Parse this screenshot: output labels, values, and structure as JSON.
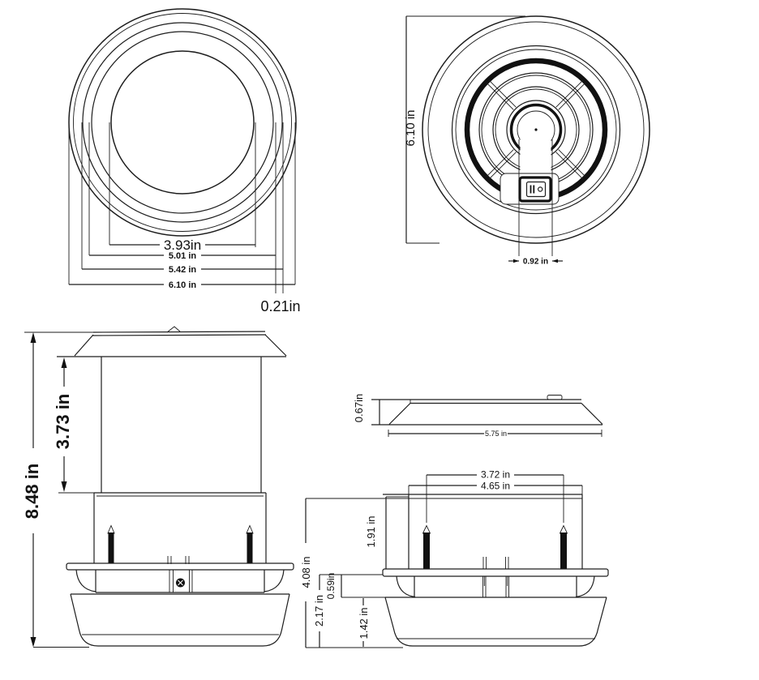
{
  "colors": {
    "line": "#1d1d1d",
    "background": "#ffffff"
  },
  "views": {
    "bottom_view": {
      "dims": {
        "inner": "3.93in",
        "ring2": "5.01 in",
        "ring3": "5.42 in",
        "outer": "6.10 in",
        "rim_gap": "0.21in"
      }
    },
    "top_view": {
      "dims": {
        "diameter": "6.10 in",
        "switch_width": "0.92 in"
      }
    },
    "side_view_cap": {
      "dims": {
        "total_height": "8.48 in",
        "upper_height": "3.73 in"
      }
    },
    "cap_profile": {
      "dims": {
        "height": "0.67in",
        "width": "5.75 in"
      }
    },
    "side_view_base": {
      "dims": {
        "stud_spacing": "3.72 in",
        "body_width": "4.65 in",
        "upper_height": "1.91 in",
        "total_height": "4.08 in",
        "spacer_height": "0.59in",
        "lower_height": "2.17 in",
        "bowl_height": "1.42 in"
      }
    }
  }
}
